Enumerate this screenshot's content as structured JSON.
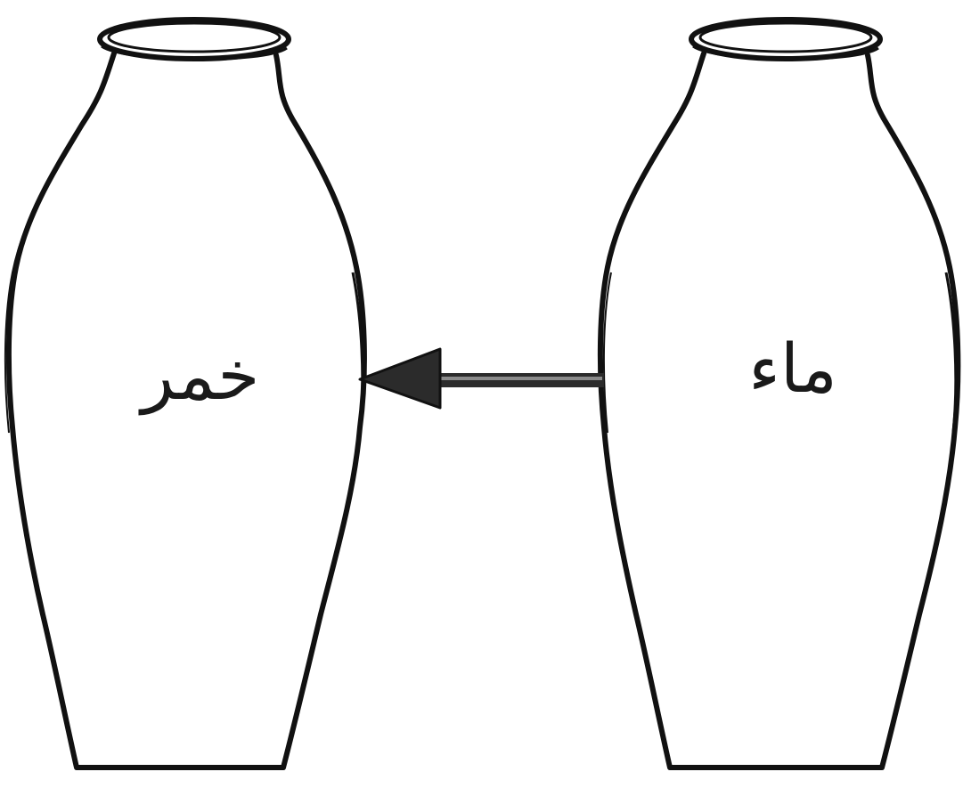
{
  "diagram": {
    "left_jar": {
      "label": "خمر",
      "icon": "jar-icon"
    },
    "right_jar": {
      "label": "ماء",
      "icon": "jar-icon"
    },
    "arrow": {
      "direction": "right-to-left",
      "from": "ماء",
      "to": "خمر"
    },
    "colors": {
      "outline": "#111111",
      "arrow_fill": "#2b2b2b",
      "background": "#ffffff"
    }
  }
}
